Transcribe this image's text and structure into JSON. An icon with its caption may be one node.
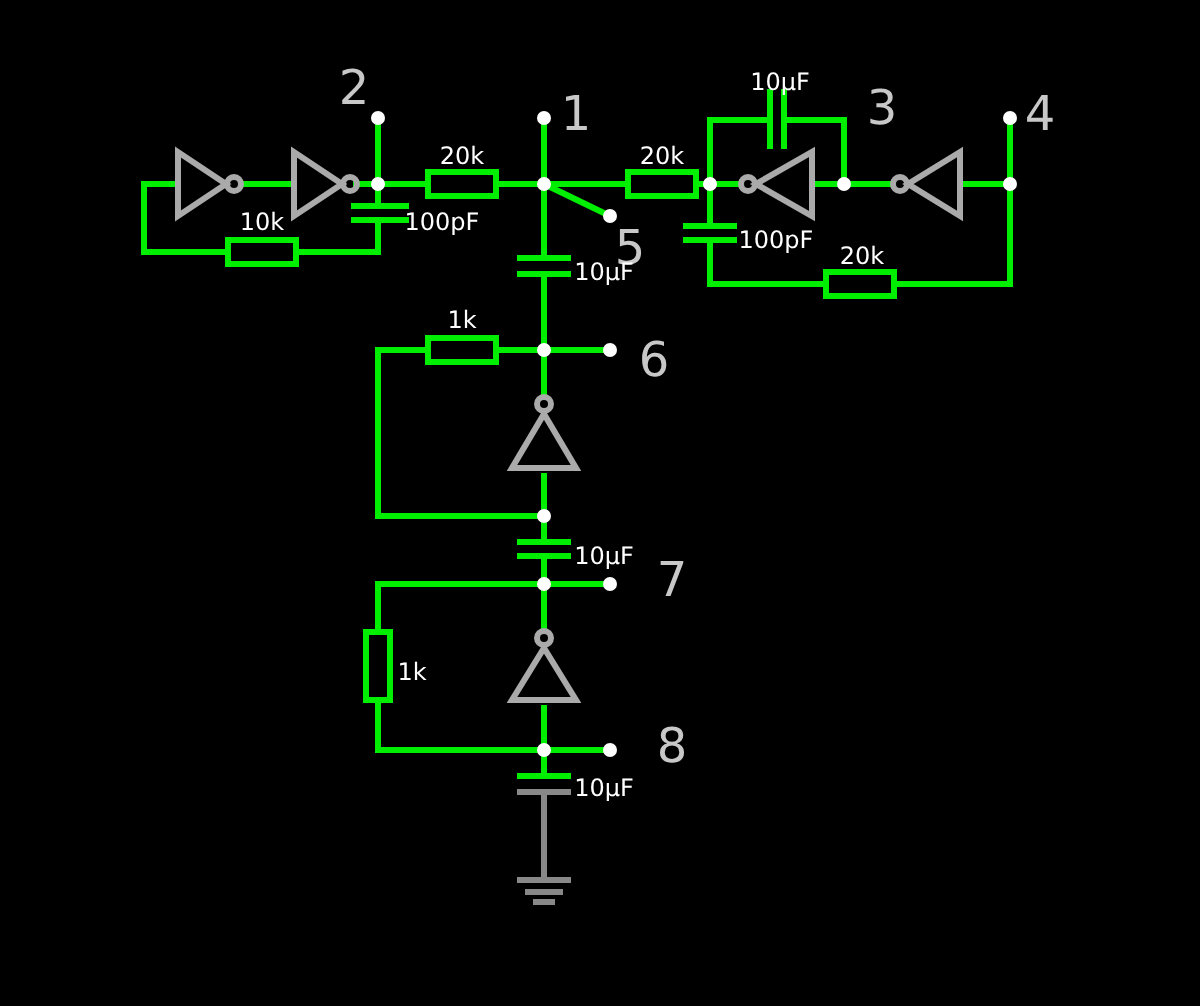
{
  "diagram": {
    "labels": [
      "2",
      "1",
      "10µF",
      "3",
      "4",
      "20k",
      "20k",
      "10k",
      "100pF",
      "5",
      "10µF",
      "100pF",
      "20k",
      "1k",
      "6",
      "10µF",
      "7",
      "1k",
      "8",
      "10µF"
    ]
  }
}
